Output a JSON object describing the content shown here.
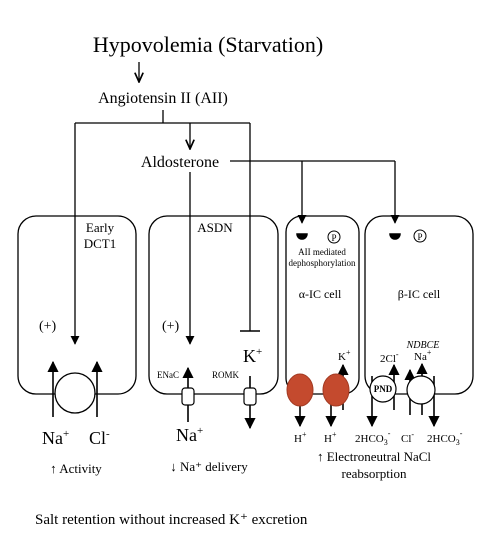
{
  "title": "Hypovolemia (Starvation)",
  "hormone": "Angiotensin II (AII)",
  "aldosterone": "Aldosterone",
  "cells": {
    "dct1": {
      "name_line1": "Early",
      "name_line2": "DCT1",
      "plus": "(+)",
      "na": "Na",
      "na_sup": "+",
      "cl": "Cl",
      "cl_sup": "-",
      "note": "↑ Activity"
    },
    "asdn": {
      "name": "ASDN",
      "plus": "(+)",
      "enac": "ENaC",
      "romk": "ROMK",
      "k": "K",
      "k_sup": "+",
      "na": "Na",
      "na_sup": "+",
      "note": "↓ Na⁺ delivery"
    },
    "alpha": {
      "phospho_line1": "AII mediated",
      "phospho_line2": "dephosphorylation",
      "p": "P",
      "name": "α-IC cell",
      "k": "K",
      "k_sup": "+",
      "h1": "H",
      "h1_sup": "+",
      "h2": "H",
      "h2_sup": "+"
    },
    "beta": {
      "p": "P",
      "name": "β-IC cell",
      "ndbce": "NDBCE",
      "cl2": "2Cl",
      "cl2_sup": "-",
      "na": "Na",
      "na_sup": "+",
      "pnd": "PND",
      "hco3_left": "2HCO",
      "hco3_left_sub": "3",
      "hco3_left_sup": "-",
      "cl": "Cl",
      "cl_sup": "-",
      "hco3_right": "2HCO",
      "hco3_right_sub": "3",
      "hco3_right_sup": "-"
    }
  },
  "ic_note_line1": "↑ Electroneutral NaCl",
  "ic_note_line2": "reabsorption",
  "footer": "Salt retention without increased K⁺ excretion"
}
